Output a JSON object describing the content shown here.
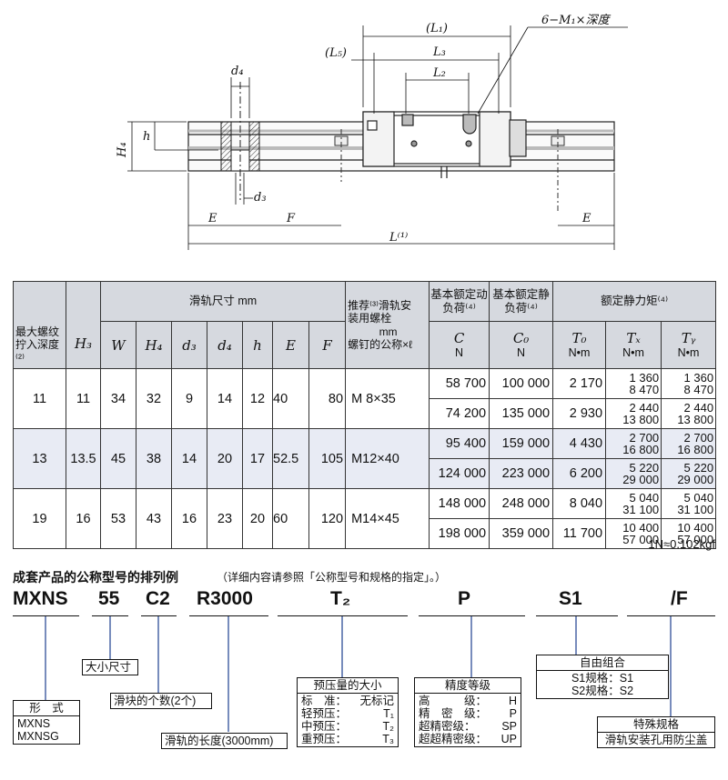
{
  "drawing": {
    "labels": {
      "L1": "(L₁)",
      "L3": "L₃",
      "L2": "L₂",
      "L5": "(L₅)",
      "M1": "6−M₁×深度",
      "d4": "d₄",
      "d3": "d₃",
      "H4": "H₄",
      "h": "h",
      "E_left": "E",
      "F": "F",
      "E_right": "E",
      "L": "L⁽¹⁾"
    }
  },
  "table": {
    "col_groups": {
      "max_depth": "最大螺纹拧入深度⁽²⁾",
      "rail_dims": "滑轨尺寸 mm",
      "bolt": "推荐⁽³⁾滑轨安装用螺栓",
      "bolt_unit": "mm",
      "bolt_size": "螺钉的公称×ℓ",
      "dyn_load": "基本额定动负荷⁽⁴⁾",
      "static_load": "基本额定静负荷⁽⁴⁾",
      "moment": "额定静力矩⁽⁴⁾"
    },
    "headers": {
      "H3": "H₃",
      "W": "W",
      "H4": "H₄",
      "d3": "d₃",
      "d4": "d₄",
      "h": "h",
      "E": "E",
      "F": "F",
      "C": "C",
      "C_unit": "N",
      "C0": "C₀",
      "C0_unit": "N",
      "T0": "T₀",
      "TX": "Tₓ",
      "TY": "Tᵧ",
      "moment_unit": "N•m"
    },
    "groups": [
      {
        "depth": "11",
        "H3": "11",
        "W": "34",
        "H4": "32",
        "d3": "9",
        "d4": "14",
        "h": "12",
        "E": "40",
        "F": "80",
        "bolt": "M  8×35",
        "rows": [
          {
            "C": "58 700",
            "C0": "100 000",
            "T0": "2 170",
            "TX": [
              "1 360",
              "8 470"
            ],
            "TY": [
              "1 360",
              "8 470"
            ]
          },
          {
            "C": "74 200",
            "C0": "135 000",
            "T0": "2 930",
            "TX": [
              "2 440",
              "13 800"
            ],
            "TY": [
              "2 440",
              "13 800"
            ]
          }
        ]
      },
      {
        "depth": "13",
        "H3": "13.5",
        "W": "45",
        "H4": "38",
        "d3": "14",
        "d4": "20",
        "h": "17",
        "E": "52.5",
        "F": "105",
        "bolt": "M12×40",
        "rows": [
          {
            "C": "95 400",
            "C0": "159 000",
            "T0": "4 430",
            "TX": [
              "2 700",
              "16 800"
            ],
            "TY": [
              "2 700",
              "16 800"
            ]
          },
          {
            "C": "124 000",
            "C0": "223 000",
            "T0": "6 200",
            "TX": [
              "5 220",
              "29 000"
            ],
            "TY": [
              "5 220",
              "29 000"
            ]
          }
        ]
      },
      {
        "depth": "19",
        "H3": "16",
        "W": "53",
        "H4": "43",
        "d3": "16",
        "d4": "23",
        "h": "20",
        "E": "60",
        "F": "120",
        "bolt": "M14×45",
        "rows": [
          {
            "C": "148 000",
            "C0": "248 000",
            "T0": "8 040",
            "TX": [
              "5 040",
              "31 100"
            ],
            "TY": [
              "5 040",
              "31 100"
            ]
          },
          {
            "C": "198 000",
            "C0": "359 000",
            "T0": "11 700",
            "TX": [
              "10 400",
              "57 000"
            ],
            "TY": [
              "10 400",
              "57 000"
            ]
          }
        ]
      }
    ],
    "unit_note": "1N≈0.102kgf"
  },
  "example": {
    "title": "成套产品的公称型号的排列例",
    "note": "（详细内容请参照「公称型号和规格的指定」。）",
    "codes": [
      "MXNS",
      "55",
      "C2",
      "R3000",
      "T₂",
      "P",
      "S1",
      "/F"
    ],
    "boxes": {
      "size": "大小尺寸",
      "blocks": "滑块的个数(2个)",
      "length": "滑轨的长度(3000mm)",
      "form_head": "形　式",
      "form_lines": [
        "MXNS",
        "MXNSG"
      ],
      "preload_head": "预压量的大小",
      "preload_lines": [
        [
          "标　准：",
          "无标记"
        ],
        [
          "轻预压：",
          "T₁"
        ],
        [
          "中预压：",
          "T₂"
        ],
        [
          "重预压：",
          "T₃"
        ]
      ],
      "accuracy_head": "精度等级",
      "accuracy_lines": [
        [
          "高　　　级：",
          "H"
        ],
        [
          "精　密　级：",
          "P"
        ],
        [
          "超精密级：",
          "SP"
        ],
        [
          "超超精密级：",
          "UP"
        ]
      ],
      "combo_head": "自由组合",
      "combo_lines": [
        "S1规格：S1",
        "S2规格：S2"
      ],
      "special_head": "特殊规格",
      "special_line": "滑轨安装孔用防尘盖"
    }
  }
}
